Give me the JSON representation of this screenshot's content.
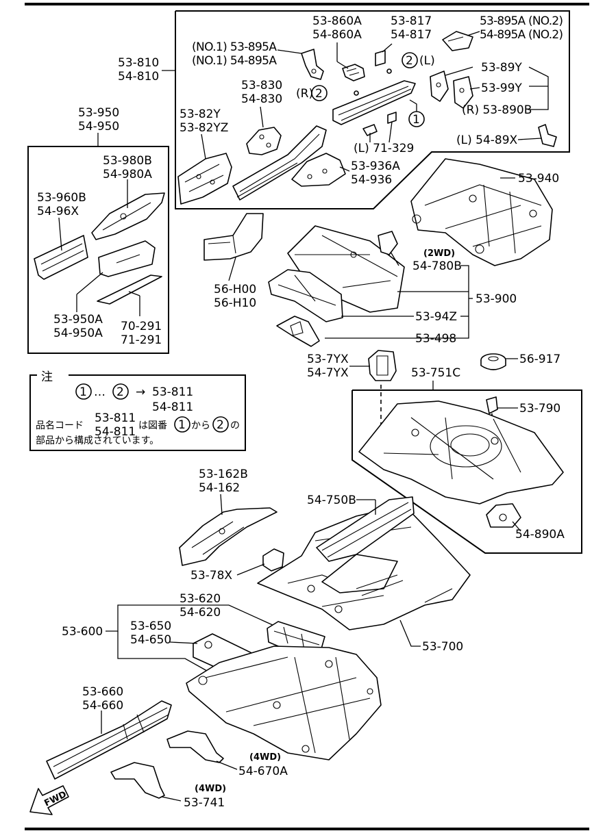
{
  "labels": {
    "l_53_810": "53-810",
    "l_54_810": "54-810",
    "l_no1_53_895a": "(NO.1) 53-895A",
    "l_no1_54_895a": "(NO.1) 54-895A",
    "l_53_860a": "53-860A",
    "l_54_860a": "54-860A",
    "l_53_817": "53-817",
    "l_54_817": "54-817",
    "l_53_895a_no2": "53-895A (NO.2)",
    "l_54_895a_no2": "54-895A (NO.2)",
    "l_L_small": "(L)",
    "l_R_small": "(R)",
    "l_53_89y": "53-89Y",
    "l_53_99y": "53-99Y",
    "l_r_53_890b": "(R) 53-890B",
    "l_53_830": "53-830",
    "l_54_830": "54-830",
    "l_53_82y": "53-82Y",
    "l_53_82yz": "53-82YZ",
    "l_l_71_329": "(L) 71-329",
    "l_l_54_89x": "(L) 54-89X",
    "l_53_936a": "53-936A",
    "l_54_936": "54-936",
    "l_53_950": "53-950",
    "l_54_950": "54-950",
    "l_53_980b": "53-980B",
    "l_54_980a": "54-980A",
    "l_53_960b": "53-960B",
    "l_54_96x": "54-96X",
    "l_53_950a": "53-950A",
    "l_54_950a": "54-950A",
    "l_70_291": "70-291",
    "l_71_291": "71-291",
    "l_53_940": "53-940",
    "l_56_h00": "56-H00",
    "l_56_h10": "56-H10",
    "l_2wd_a": "(2WD)",
    "l_54_780b": "54-780B",
    "l_53_900": "53-900",
    "l_53_94z": "53-94Z",
    "l_53_498": "53-498",
    "l_53_7yx": "53-7YX",
    "l_54_7yx": "54-7YX",
    "l_53_751c": "53-751C",
    "l_56_917": "56-917",
    "l_53_790": "53-790",
    "l_54_890a": "54-890A",
    "l_53_162b": "53-162B",
    "l_54_162": "54-162",
    "l_54_750b": "54-750B",
    "l_53_78x": "53-78X",
    "l_53_620": "53-620",
    "l_54_620": "54-620",
    "l_53_600": "53-600",
    "l_53_650": "53-650",
    "l_54_650": "54-650",
    "l_53_700": "53-700",
    "l_53_660": "53-660",
    "l_54_660": "54-660",
    "l_4wd_a": "(4WD)",
    "l_54_670a": "54-670A",
    "l_4wd_b": "(4WD)",
    "l_53_741": "53-741",
    "fwd": "FWD"
  },
  "callouts": {
    "one": "1",
    "two": "2"
  },
  "note": {
    "title": "注",
    "range_sep": "…",
    "arrow": "→",
    "result_a": "53-811",
    "result_b": "54-811",
    "line1_prefix": "品名コード",
    "code_a": "53-811",
    "code_b": "54-811",
    "line1_mid": "は図番",
    "line1_kara": "から",
    "line1_no": "の",
    "line2": "部品から構成されています。"
  }
}
